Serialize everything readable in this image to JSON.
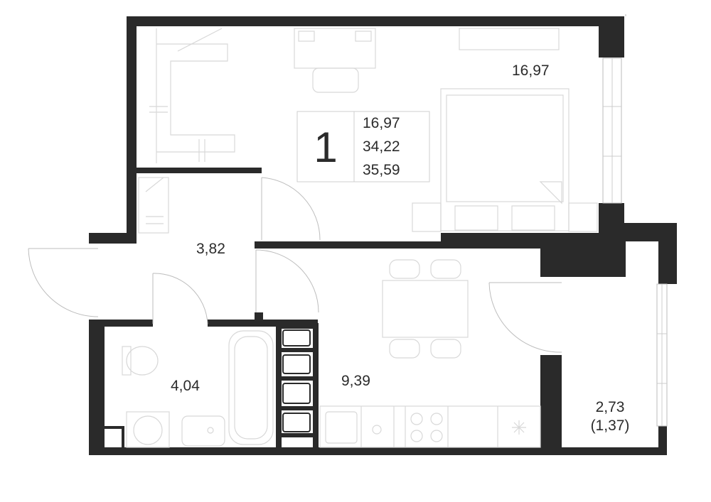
{
  "plan": {
    "rooms_count": "1",
    "summary": {
      "living_area": "16,97",
      "total_area": "34,22",
      "total_area_with_balcony": "35,59"
    },
    "rooms": {
      "living_room": "16,97",
      "hallway": "3,82",
      "bathroom": "4,04",
      "kitchen": "9,39",
      "balcony": "2,73",
      "balcony_reduced": "(1,37)"
    },
    "colors": {
      "wall": "#2a2a2a",
      "furniture_line": "#d8d8d8",
      "text": "#2b2b2b",
      "background": "#ffffff"
    }
  }
}
